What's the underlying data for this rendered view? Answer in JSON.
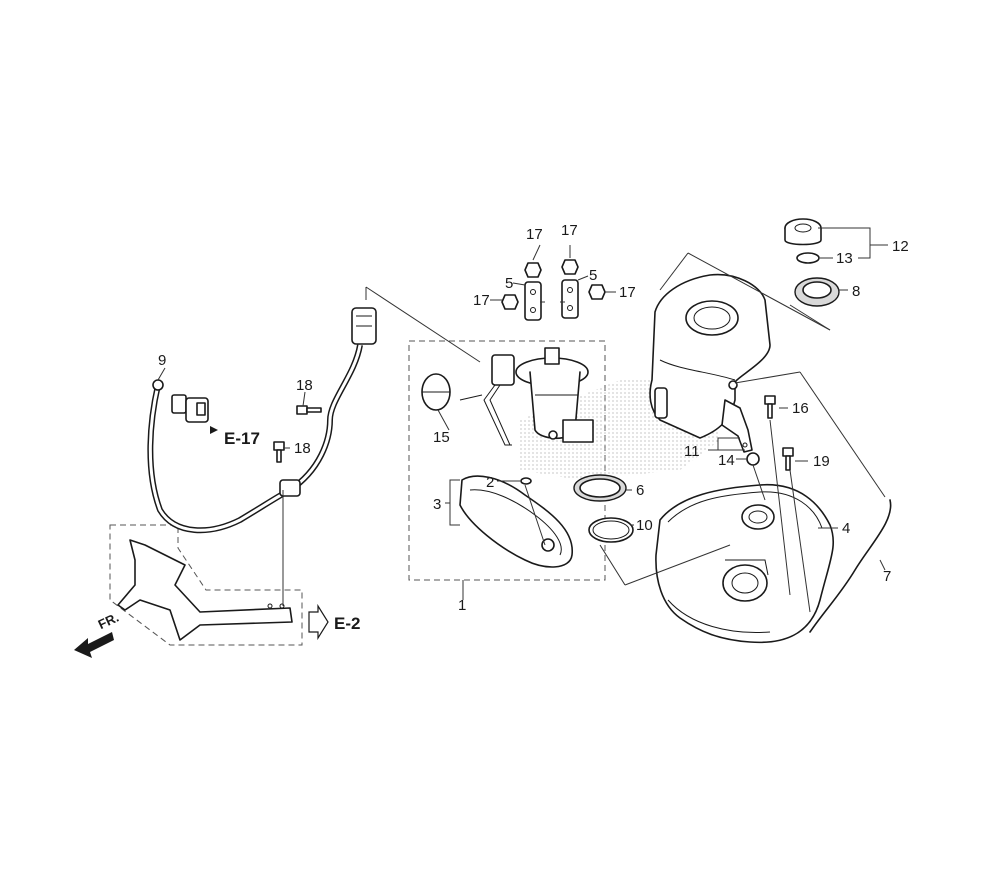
{
  "callouts": {
    "c1": "1",
    "c2": "2",
    "c3": "3",
    "c4": "4",
    "c5a": "5",
    "c5b": "5",
    "c6": "6",
    "c7": "7",
    "c8": "8",
    "c9": "9",
    "c10": "10",
    "c11": "11",
    "c12": "12",
    "c13": "13",
    "c14": "14",
    "c15": "15",
    "c16": "16",
    "c17a": "17",
    "c17b": "17",
    "c17c": "17",
    "c17d": "17",
    "c18a": "18",
    "c18b": "18",
    "c19": "19"
  },
  "refs": {
    "e17": "E-17",
    "e2": "E-2"
  },
  "direction": {
    "fr": "FR."
  }
}
